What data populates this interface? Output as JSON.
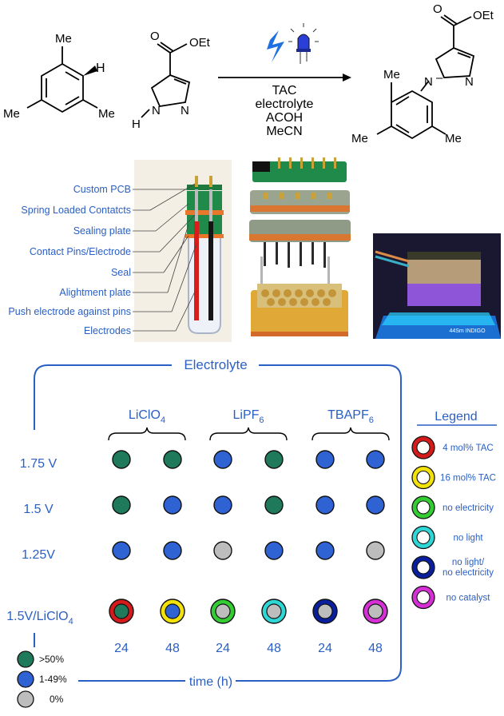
{
  "reaction": {
    "reactant1_substituents": [
      "Me",
      "Me",
      "Me",
      "H"
    ],
    "reactant2_groups": {
      "ester": "OEt",
      "nh_h": "H",
      "n": "N"
    },
    "conditions": [
      "TAC",
      "electrolyte",
      "ACOH",
      "MeCN"
    ],
    "product_groups": {
      "ester": "OEt",
      "n1": "N",
      "n2": "N",
      "me_top": "Me",
      "me_left": "Me",
      "me_right": "Me"
    },
    "icons": [
      "lightning-icon",
      "led-icon"
    ],
    "colors": {
      "lightning": "#1e6fe0",
      "led": "#2a3fd8"
    }
  },
  "device": {
    "labels": [
      "Custom PCB",
      "Spring Loaded Contatcts",
      "Sealing plate",
      "Contact Pins/Electrode",
      "Seal",
      "Alightment plate",
      "Push electrode against pins",
      "Electrodes"
    ],
    "photo_label": "44Sm INDIGO"
  },
  "screen": {
    "title": "Electrolyte",
    "electrolytes": [
      {
        "base": "LiClO",
        "sub": "4"
      },
      {
        "base": "LiPF",
        "sub": "6"
      },
      {
        "base": "TBAPF",
        "sub": "6"
      }
    ],
    "rows": [
      {
        "label": "1.75 V",
        "cells": [
          "green",
          "green",
          "blue",
          "green",
          "blue",
          "blue"
        ]
      },
      {
        "label": "1.5 V",
        "cells": [
          "green",
          "blue",
          "blue",
          "green",
          "blue",
          "blue"
        ]
      },
      {
        "label": "1.25V",
        "cells": [
          "blue",
          "blue",
          "gray",
          "blue",
          "blue",
          "gray"
        ]
      }
    ],
    "control_row": {
      "label_base": "1.5V/LiClO",
      "label_sub": "4",
      "cells": [
        {
          "ring": "red",
          "fill": "green"
        },
        {
          "ring": "yellow",
          "fill": "blue"
        },
        {
          "ring": "lime",
          "fill": "gray"
        },
        {
          "ring": "cyan",
          "fill": "gray"
        },
        {
          "ring": "navy",
          "fill": "gray"
        },
        {
          "ring": "magenta",
          "fill": "gray"
        }
      ]
    },
    "times": [
      "24",
      "48",
      "24",
      "48",
      "24",
      "48"
    ],
    "xlabel": "time (h)",
    "yield_key": [
      {
        "color": "green",
        "label": ">50%"
      },
      {
        "color": "blue",
        "label": "1-49%"
      },
      {
        "color": "gray",
        "label": "0%"
      }
    ],
    "legend": {
      "title": "Legend",
      "items": [
        {
          "ring": "red",
          "label": "4 mol% TAC"
        },
        {
          "ring": "yellow",
          "label": "16 mol% TAC"
        },
        {
          "ring": "lime",
          "label": "no electricity"
        },
        {
          "ring": "cyan",
          "label": "no light"
        },
        {
          "ring": "navy",
          "label": "no light/\nno electricity"
        },
        {
          "ring": "magenta",
          "label": "no catalyst"
        }
      ]
    },
    "palette": {
      "green": "#1f7a5c",
      "blue": "#2f62d3",
      "gray": "#bdbdbd",
      "red": "#d41a1a",
      "yellow": "#f2e20a",
      "lime": "#33cc33",
      "cyan": "#2fd6d6",
      "navy": "#0a1f9e",
      "magenta": "#d62fd6",
      "frame": "#2a5fc4"
    }
  }
}
